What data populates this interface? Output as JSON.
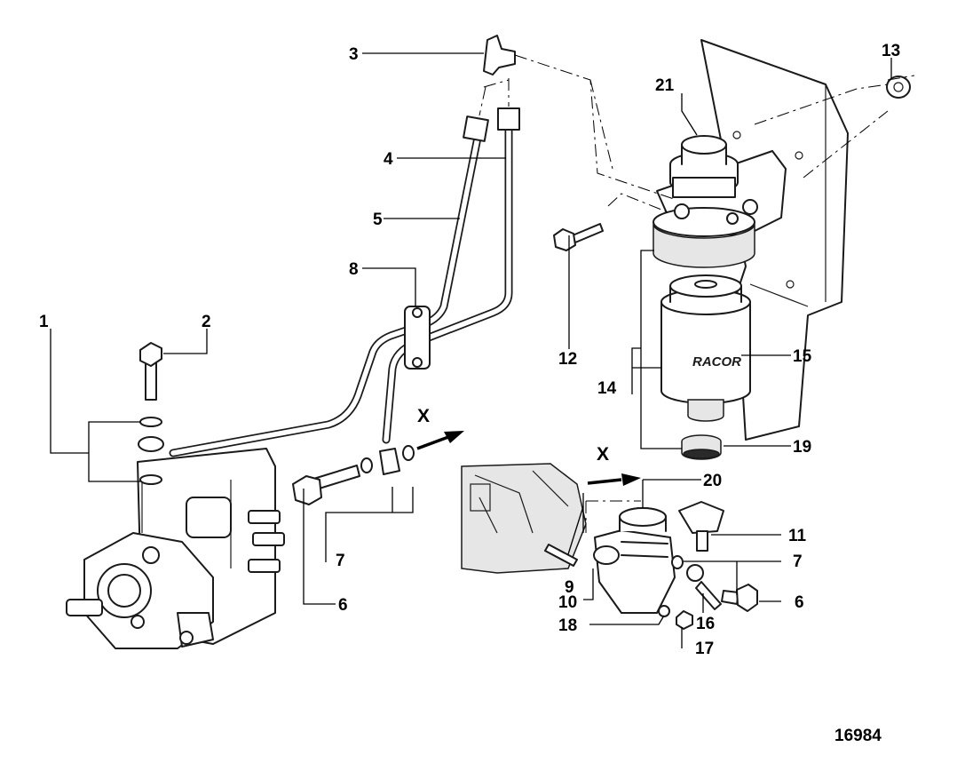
{
  "callouts": [
    {
      "id": "c1",
      "label": "1"
    },
    {
      "id": "c2",
      "label": "2"
    },
    {
      "id": "c3",
      "label": "3"
    },
    {
      "id": "c4",
      "label": "4"
    },
    {
      "id": "c5",
      "label": "5"
    },
    {
      "id": "c6a",
      "label": "6"
    },
    {
      "id": "c6b",
      "label": "6"
    },
    {
      "id": "c7a",
      "label": "7"
    },
    {
      "id": "c7b",
      "label": "7"
    },
    {
      "id": "c8",
      "label": "8"
    },
    {
      "id": "c9",
      "label": "9"
    },
    {
      "id": "c10",
      "label": "10"
    },
    {
      "id": "c11",
      "label": "11"
    },
    {
      "id": "c12",
      "label": "12"
    },
    {
      "id": "c13",
      "label": "13"
    },
    {
      "id": "c14",
      "label": "14"
    },
    {
      "id": "c15",
      "label": "15"
    },
    {
      "id": "c16",
      "label": "16"
    },
    {
      "id": "c17",
      "label": "17"
    },
    {
      "id": "c18",
      "label": "18"
    },
    {
      "id": "c19",
      "label": "19"
    },
    {
      "id": "c20",
      "label": "20"
    },
    {
      "id": "c21",
      "label": "21"
    }
  ],
  "view_markers": {
    "top": "X",
    "bottom": "X"
  },
  "filter_brand": "RACOR",
  "figure_id": "16984"
}
